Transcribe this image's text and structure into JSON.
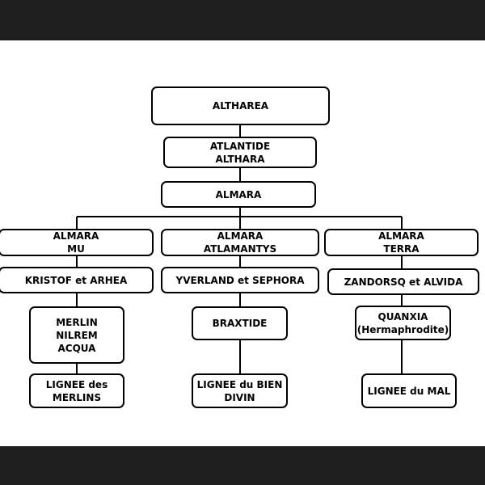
{
  "nodes": {
    "altharea": [
      "ALTHAREA"
    ],
    "atlantide": [
      "ATLANTIDE",
      "ALTHARA"
    ],
    "almara": [
      "ALMARA"
    ],
    "almara_mu": [
      "ALMARA",
      "MU"
    ],
    "almara_atlamantys": [
      "ALMARA",
      "ATLAMANTYS"
    ],
    "almara_terra": [
      "ALMARA",
      "TERRA"
    ],
    "kristof": [
      "KRISTOF et ARHEA"
    ],
    "yverland": [
      "YVERLAND et SEPHORA"
    ],
    "zandorsq": [
      "ZANDORSQ et ALVIDA"
    ],
    "merlin": [
      "MERLIN",
      "NILREM",
      "ACQUA"
    ],
    "braxtide": [
      "BRAXTIDE"
    ],
    "quanxia": [
      "QUANXIA",
      "(Hermaphrodite)"
    ],
    "lignee_merlins": [
      "LIGNEE des",
      "MERLINS"
    ],
    "lignee_bien": [
      "LIGNEE du BIEN",
      "DIVIN"
    ],
    "lignee_mal": [
      "LIGNEE du MAL"
    ]
  }
}
